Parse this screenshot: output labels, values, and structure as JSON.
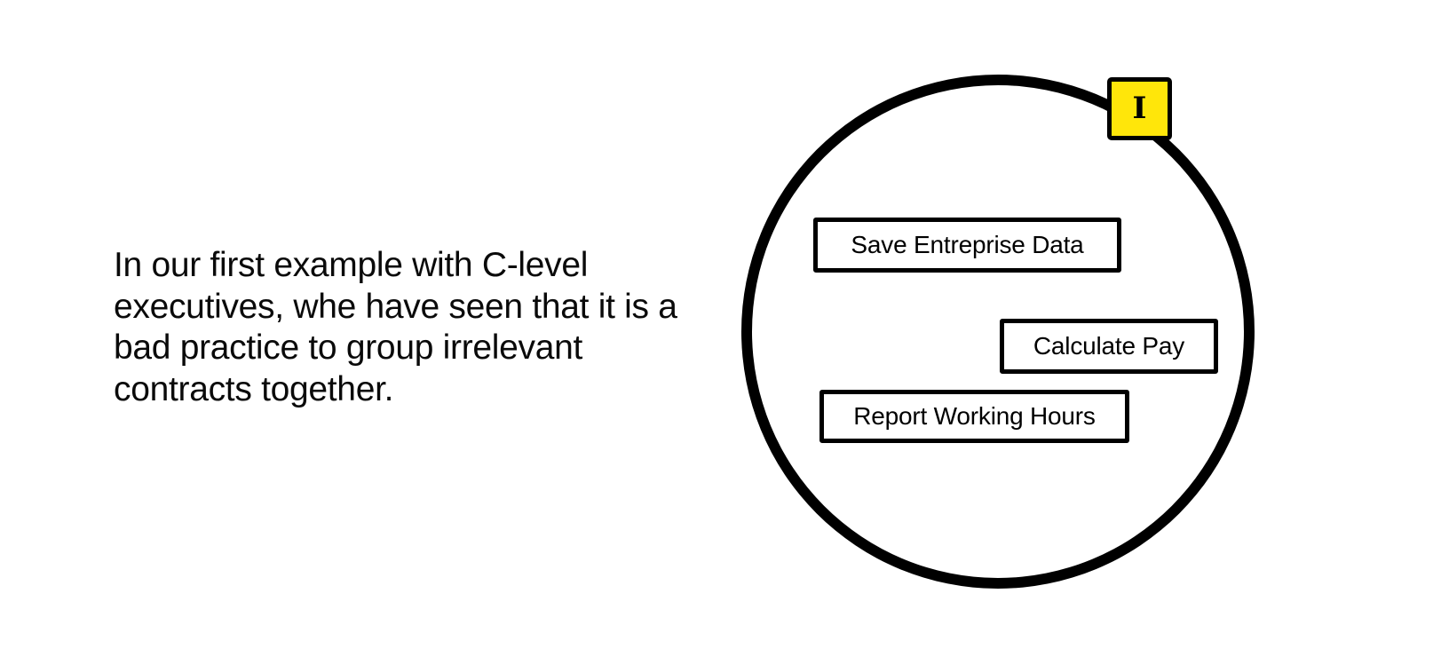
{
  "page": {
    "background_color": "#ffffff",
    "text_color": "#0a0a0a",
    "stroke_color": "#000000"
  },
  "caption": {
    "text": "In our first example with C-level\nexecutives, whe have seen that it is a\nbad practice to group irrelevant\ncontracts together."
  },
  "diagram": {
    "boundary": {
      "shape": "circle",
      "stroke": "#000000"
    },
    "marker": {
      "label": "I",
      "fill": "#ffe60a",
      "stroke": "#000000"
    },
    "nodes": [
      {
        "label": "Save Entreprise Data"
      },
      {
        "label": "Calculate Pay"
      },
      {
        "label": "Report Working Hours"
      }
    ]
  }
}
